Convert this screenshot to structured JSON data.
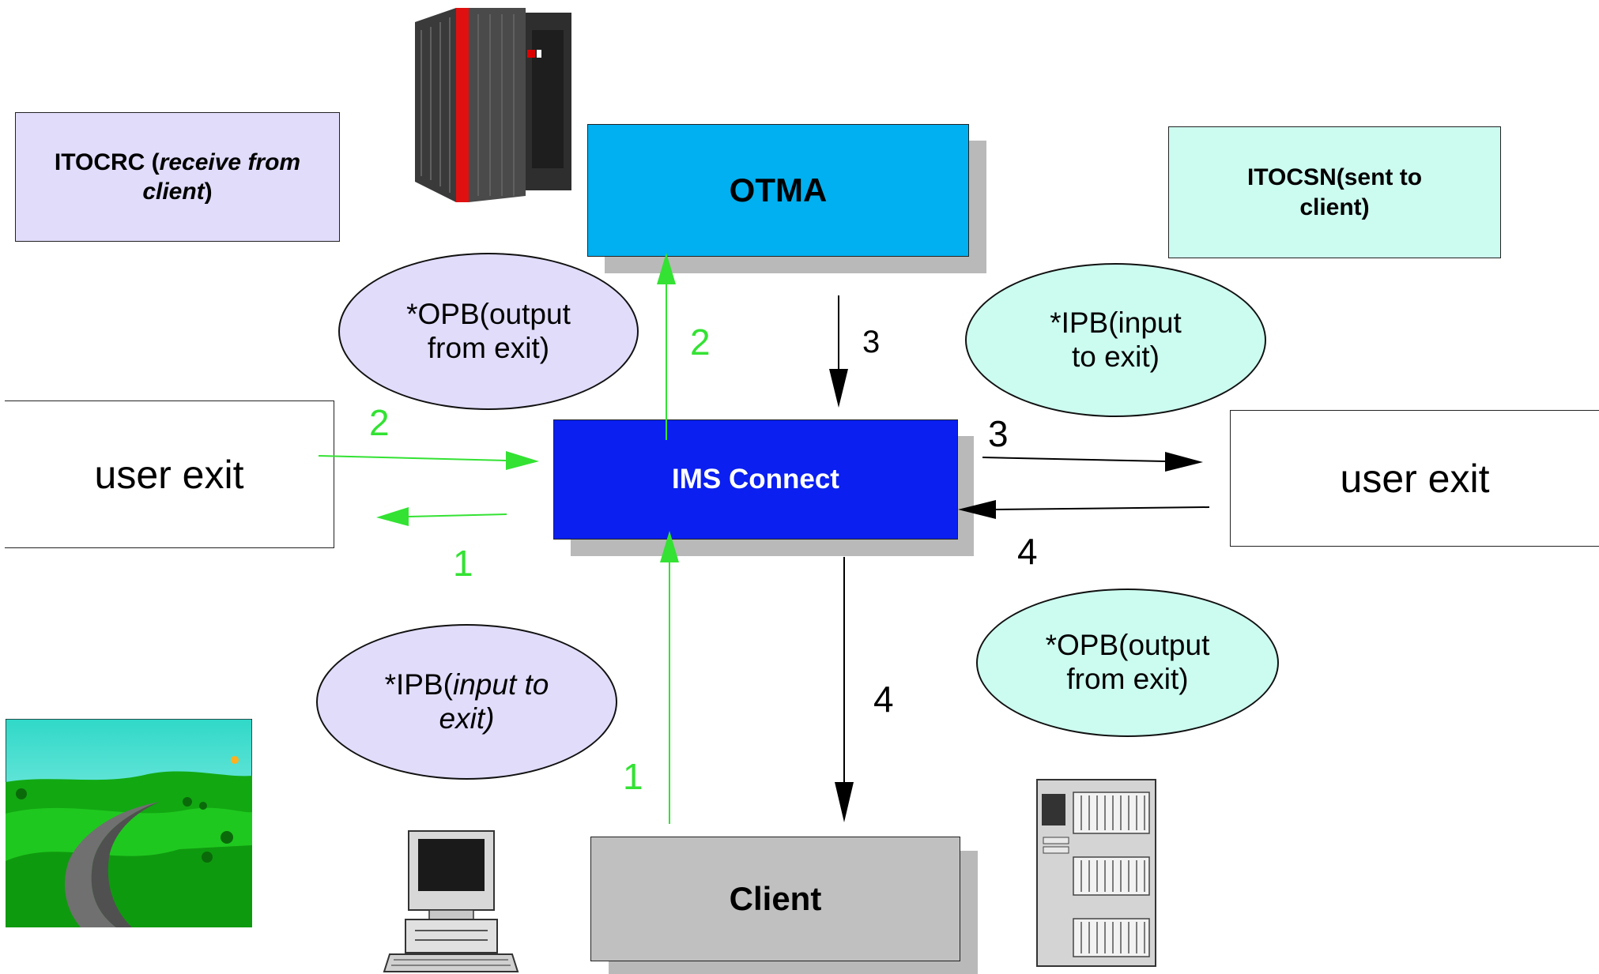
{
  "itocrc": {
    "bold": "ITOCRC (",
    "italic": "receive from client",
    "close": ")"
  },
  "itocsn": {
    "text": "ITOCSN(sent  to client)"
  },
  "otma": {
    "label": "OTMA"
  },
  "ims_connect": {
    "label": "IMS Connect"
  },
  "client": {
    "label": "Client"
  },
  "user_exit_left": {
    "label": "user exit"
  },
  "user_exit_right": {
    "label": "user exit"
  },
  "ellipses": {
    "opb_left": "*OPB(output from exit)",
    "ipb_left_plain": "*IPB(",
    "ipb_left_italic": "input to exit)",
    "ipb_right": "*IPB(input to exit)",
    "opb_right": "*OPB(output from exit)"
  },
  "steps": {
    "g2_otma": "2",
    "g2_left": "2",
    "g1_left": "1",
    "g1_client": "1",
    "b3_otma": "3",
    "b3_right": "3",
    "b4_right": "4",
    "b4_client": "4"
  },
  "colors": {
    "otma": "#00b0f0",
    "ims_connect": "#0a1ff0",
    "client": "#c0c0c0",
    "lavender": "#e0dcfa",
    "mint": "#ccfcf0",
    "green_arrow": "#33e233"
  },
  "icons": [
    "mainframe-server-icon",
    "landscape-road-icon",
    "desktop-computer-icon",
    "tower-server-icon"
  ]
}
